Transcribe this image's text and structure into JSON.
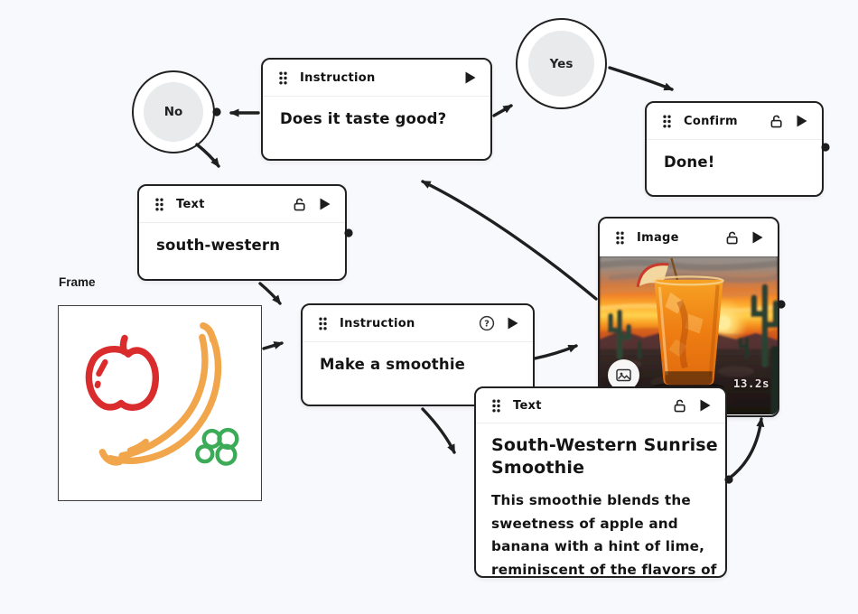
{
  "canvas": {
    "background": "#f8f9fc",
    "node_stroke": "#212121"
  },
  "nodes": {
    "instruction_taste": {
      "type_label": "Instruction",
      "body": "Does it taste good?"
    },
    "circle_no": {
      "label": "No"
    },
    "circle_yes": {
      "label": "Yes"
    },
    "confirm": {
      "type_label": "Confirm",
      "body": "Done!"
    },
    "text_style": {
      "type_label": "Text",
      "body": "south-western"
    },
    "frame": {
      "label": "Frame"
    },
    "instruction_make": {
      "type_label": "Instruction",
      "body": "Make a smoothie"
    },
    "image_gen": {
      "type_label": "Image",
      "duration": "13.2s"
    },
    "text_result": {
      "type_label": "Text",
      "heading": "South-Western Sunrise Smoothie",
      "heading_lines": [
        "South-Western Sunrise",
        "Smoothie"
      ],
      "paragraph": "This smoothie blends the sweetness of apple and banana with a hint of lime, reminiscent of the flavors of",
      "paragraph_lines": [
        "This smoothie blends the",
        "sweetness of apple and",
        "banana with a hint of lime,",
        "reminiscent of the flavors of"
      ]
    }
  },
  "colors": {
    "apple": "#da2c2c",
    "banana": "#f2a64b",
    "grapes": "#3cab57"
  }
}
